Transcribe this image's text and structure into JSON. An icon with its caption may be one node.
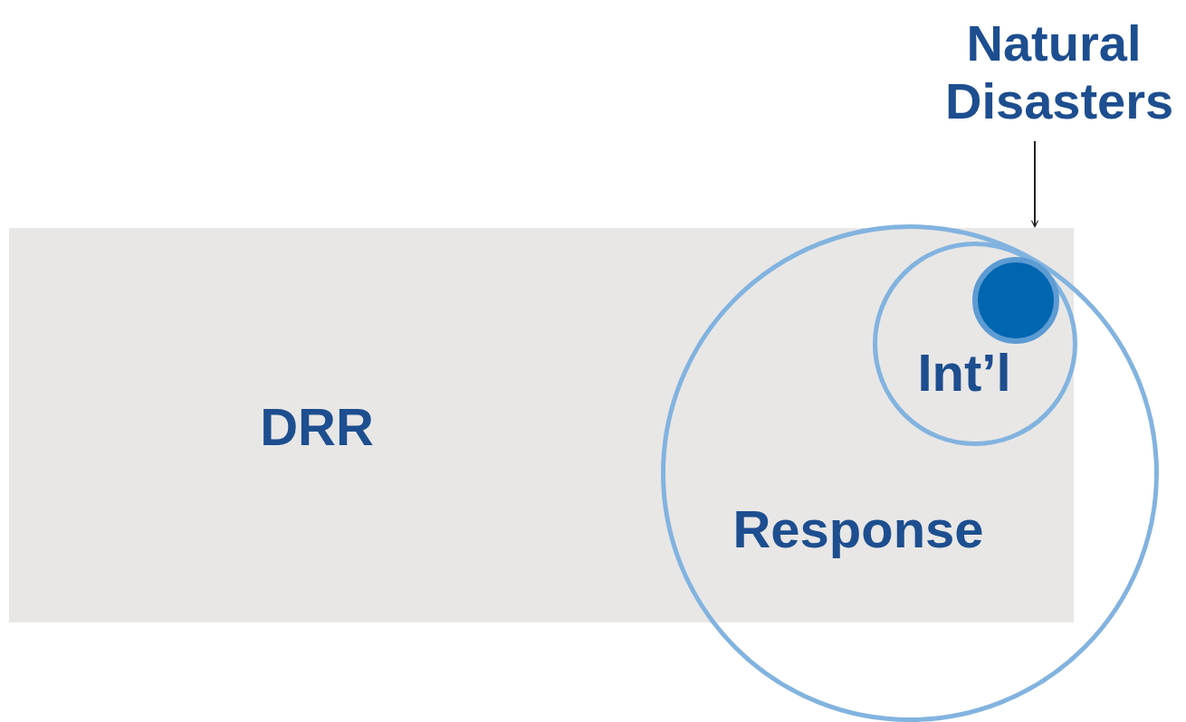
{
  "diagram": {
    "nodes": [
      {
        "text": [
          "DRR"
        ]
      },
      {
        "text": [
          "Response"
        ]
      },
      {
        "text": [
          "Int’l"
        ]
      },
      {
        "text": [],
        "shape": "circle",
        "in": 2
      },
      {
        "text": [
          "Natural Disasters"
        ]
      }
    ],
    "edges": [
      {
        "from": 4,
        "to": 3,
        "arrow": "to"
      }
    ]
  }
}
